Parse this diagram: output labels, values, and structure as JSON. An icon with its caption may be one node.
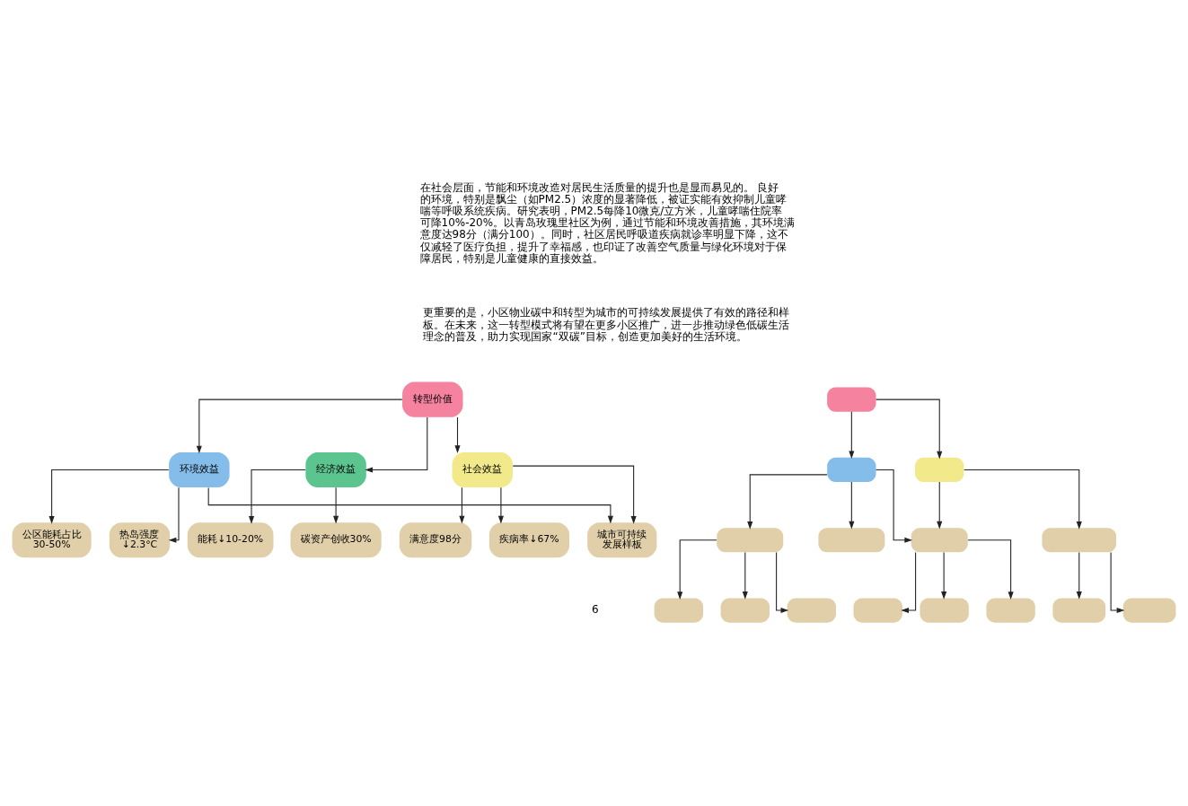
{
  "diagram": {
    "nodes": [
      {
        "text": [],
        "shape": "box"
      },
      {
        "text": [],
        "shape": "box"
      },
      {
        "text": [],
        "shape": "box"
      },
      {
        "text": [],
        "shape": "box"
      },
      {
        "text": [],
        "shape": "box"
      },
      {
        "text": [],
        "shape": "box"
      },
      {
        "text": [],
        "shape": "box"
      },
      {
        "text": [],
        "shape": "box"
      },
      {
        "text": [],
        "shape": "box"
      },
      {
        "text": [],
        "shape": "box"
      },
      {
        "text": [],
        "shape": "box"
      },
      {
        "text": [],
        "shape": "box"
      },
      {
        "text": [],
        "shape": "box"
      },
      {
        "text": [],
        "shape": "box"
      },
      {
        "text": [],
        "shape": "box"
      },
      {
        "text": [
          "转型价值"
        ]
      },
      {
        "text": [
          "环境效益"
        ]
      },
      {
        "text": [
          "经济效益"
        ]
      },
      {
        "text": [
          "社会效益"
        ]
      },
      {
        "text": [
          "公区能耗占比 30-50%"
        ]
      },
      {
        "text": [
          "热岛强度 ↓2.3°C"
        ]
      },
      {
        "text": [
          "能耗↓10-20%"
        ]
      },
      {
        "text": [
          "碳资产创收30%"
        ]
      },
      {
        "text": [
          "满意度98分"
        ]
      },
      {
        "text": [
          "疾病率↓67%"
        ]
      },
      {
        "text": [
          "城市可持续发展样板"
        ]
      }
    ],
    "edges": [
      {
        "from": 0,
        "to": 1,
        "arrow": "to"
      },
      {
        "from": 0,
        "to": 2,
        "arrow": "to"
      },
      {
        "from": 1,
        "to": 3,
        "arrow": "to"
      },
      {
        "from": 1,
        "to": 4,
        "arrow": "to"
      },
      {
        "from": 1,
        "to": 5,
        "arrow": "to"
      },
      {
        "from": 2,
        "to": 5,
        "arrow": "to"
      },
      {
        "from": 2,
        "to": 6,
        "arrow": "to"
      },
      {
        "from": 3,
        "to": 7,
        "arrow": "to"
      },
      {
        "from": 3,
        "to": 8,
        "arrow": "to"
      },
      {
        "from": 3,
        "to": 9,
        "arrow": "to"
      },
      {
        "from": 5,
        "to": 10,
        "arrow": "to"
      },
      {
        "from": 5,
        "to": 11,
        "arrow": "to"
      },
      {
        "from": 5,
        "to": 12,
        "arrow": "to"
      },
      {
        "from": 6,
        "to": 13,
        "arrow": "to"
      },
      {
        "from": 6,
        "to": 14,
        "arrow": "to"
      },
      {
        "from": 15,
        "to": 16,
        "arrow": "to"
      },
      {
        "from": 15,
        "to": 17,
        "arrow": "to"
      },
      {
        "from": 15,
        "to": 18,
        "arrow": "to"
      },
      {
        "from": 16,
        "to": 19,
        "arrow": "to"
      },
      {
        "from": 16,
        "to": 20,
        "arrow": "to"
      },
      {
        "from": 17,
        "to": 21,
        "arrow": "to"
      },
      {
        "from": 17,
        "to": 22,
        "arrow": "to"
      },
      {
        "from": 18,
        "to": 23,
        "arrow": "to"
      },
      {
        "from": 18,
        "to": 24,
        "arrow": "to"
      },
      {
        "from": 16,
        "to": 25,
        "arrow": "to"
      },
      {
        "from": 18,
        "to": 25,
        "arrow": "to"
      }
    ],
    "labels": [
      "在社会层面，节能和环境改造对居民生活质量的提升也是显而易见的。 良好的环境，特别是飘尘（如PM2.5）浓度的显著降低，被证实能有效抑制儿童哮喘等呼吸系统疾病。研究表明，PM2.5每降10微克/立方米，儿童哮喘住院率可降10%-20%。以青岛玫瑰里社区为例，通过节能和环境改善措施，其环境满意度达98分（满分100）。同时，社区居民呼吸道疾病就诊率明显下降，这不仅减轻了医疗负担，提升了幸福感，也印证了改善空气质量与绿化环境对于保障居民，特别是儿童健康的直接效益。",
      "更重要的是，小区物业碳中和转型为城市的可持续发展提供了有效的路径和样板。在未来，这一转型模式将有望在更多小区推广，进一步推动绿色低碳生活理念的普及，助力实现国家“双碳”目标，创造更加美好的生活环境。",
      "6"
    ]
  }
}
